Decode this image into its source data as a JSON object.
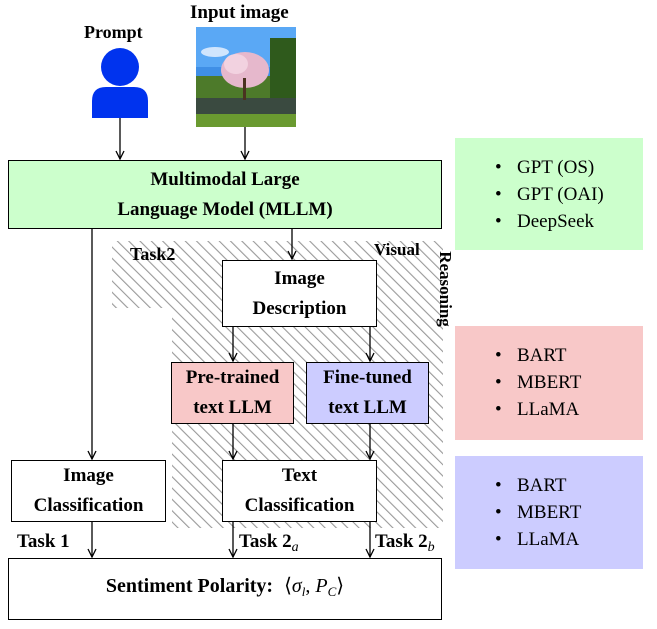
{
  "inputs": {
    "prompt_label": "Prompt",
    "image_label": "Input image"
  },
  "mllm": {
    "line1": "Multimodal Large",
    "line2": "Language Model (MLLM)"
  },
  "task2_label": "Task2",
  "visual_label": "Visual",
  "reasoning_label": "Reasoning",
  "image_description": {
    "line1": "Image",
    "line2": "Description"
  },
  "pretrained_llm": {
    "line1": "Pre-trained",
    "line2": "text LLM"
  },
  "finetuned_llm": {
    "line1": "Fine-tuned",
    "line2": "text LLM"
  },
  "image_classification": {
    "line1": "Image",
    "line2": "Classification"
  },
  "text_classification": {
    "line1": "Text",
    "line2": "Classification"
  },
  "task_labels": {
    "task1": "Task 1",
    "task2a_main": "Task 2",
    "task2a_sub": "a",
    "task2b_main": "Task 2",
    "task2b_sub": "b"
  },
  "output": {
    "label": "Sentiment Polarity:",
    "formula_open": "⟨",
    "sigma": "σ",
    "sigma_sub": "l",
    "comma": ", ",
    "p": "P",
    "p_sub": "C",
    "formula_close": "⟩"
  },
  "panels": {
    "mllm_models": [
      "GPT (OS)",
      "GPT (OAI)",
      "DeepSeek"
    ],
    "pretrained_models": [
      "BART",
      "MBERT",
      "LLaMA"
    ],
    "finetuned_models": [
      "BART",
      "MBERT",
      "LLaMA"
    ]
  },
  "colors": {
    "mllm_fill": "#ccffcc",
    "pretrained_fill": "#f8c8c8",
    "finetuned_fill": "#ccccff",
    "person_icon": "#0033ee",
    "hatch": "#999999"
  }
}
